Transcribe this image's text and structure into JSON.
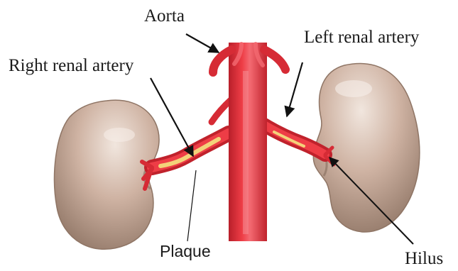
{
  "labels": {
    "aorta": "Aorta",
    "left_renal_artery": "Left renal artery",
    "right_renal_artery": "Right renal artery",
    "plaque": "Plaque",
    "hilus": "Hilus"
  },
  "colors": {
    "artery": "#e8303a",
    "artery_dark": "#b81f2a",
    "artery_light": "#f2727a",
    "kidney": "#c9ac9b",
    "kidney_light": "#e7d8ce",
    "kidney_dark": "#8f7565",
    "plaque": "#f3d27a",
    "leader": "#111111"
  },
  "icons": [
    "kidney-right",
    "kidney-left",
    "aorta",
    "renal-artery",
    "plaque-deposit",
    "leader-arrow"
  ]
}
